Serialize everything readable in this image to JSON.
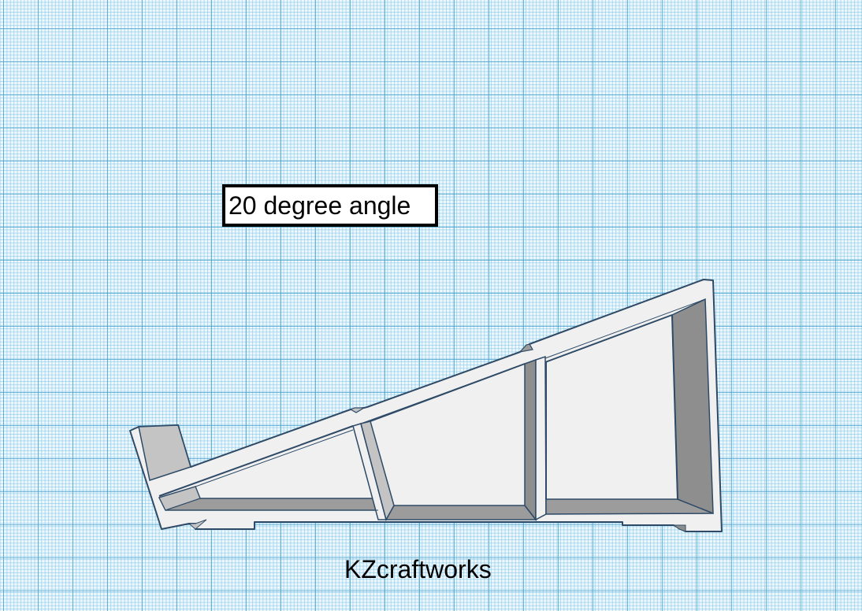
{
  "annotation": {
    "label": "20 degree angle"
  },
  "watermark": {
    "text": "KZcraftworks"
  },
  "model": {
    "description": "3D printed stand side profile on workplane grid",
    "angle_degrees": 20,
    "colors": {
      "face_light": "#f0f0f0",
      "face_mid": "#c4c4c4",
      "face_dark": "#9c9c9c",
      "face_darker": "#8e8e8e",
      "edge": "#2e4a66",
      "grid_major": "#46a0cd",
      "grid_minor": "#78c3e6",
      "grid_bg": "#eef7fc"
    }
  }
}
